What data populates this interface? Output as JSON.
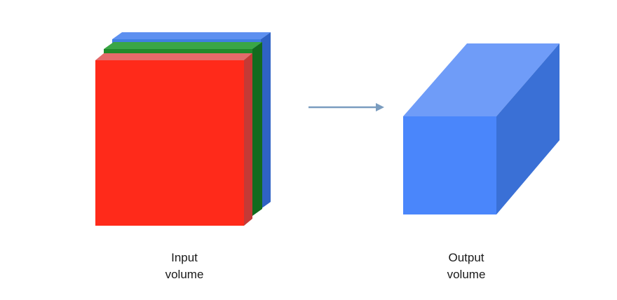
{
  "labels": {
    "input_line1": "Input",
    "input_line2": "volume",
    "output_line1": "Output",
    "output_line2": "volume"
  },
  "colors": {
    "red_channel": "#ff2a1a",
    "green_channel": "#1f8a2a",
    "blue_channel": "#3f7fe0",
    "output_front": "#4a86fb",
    "output_top": "#6f9cf8",
    "output_side": "#3a70d6",
    "arrow": "#7a9cbf"
  }
}
